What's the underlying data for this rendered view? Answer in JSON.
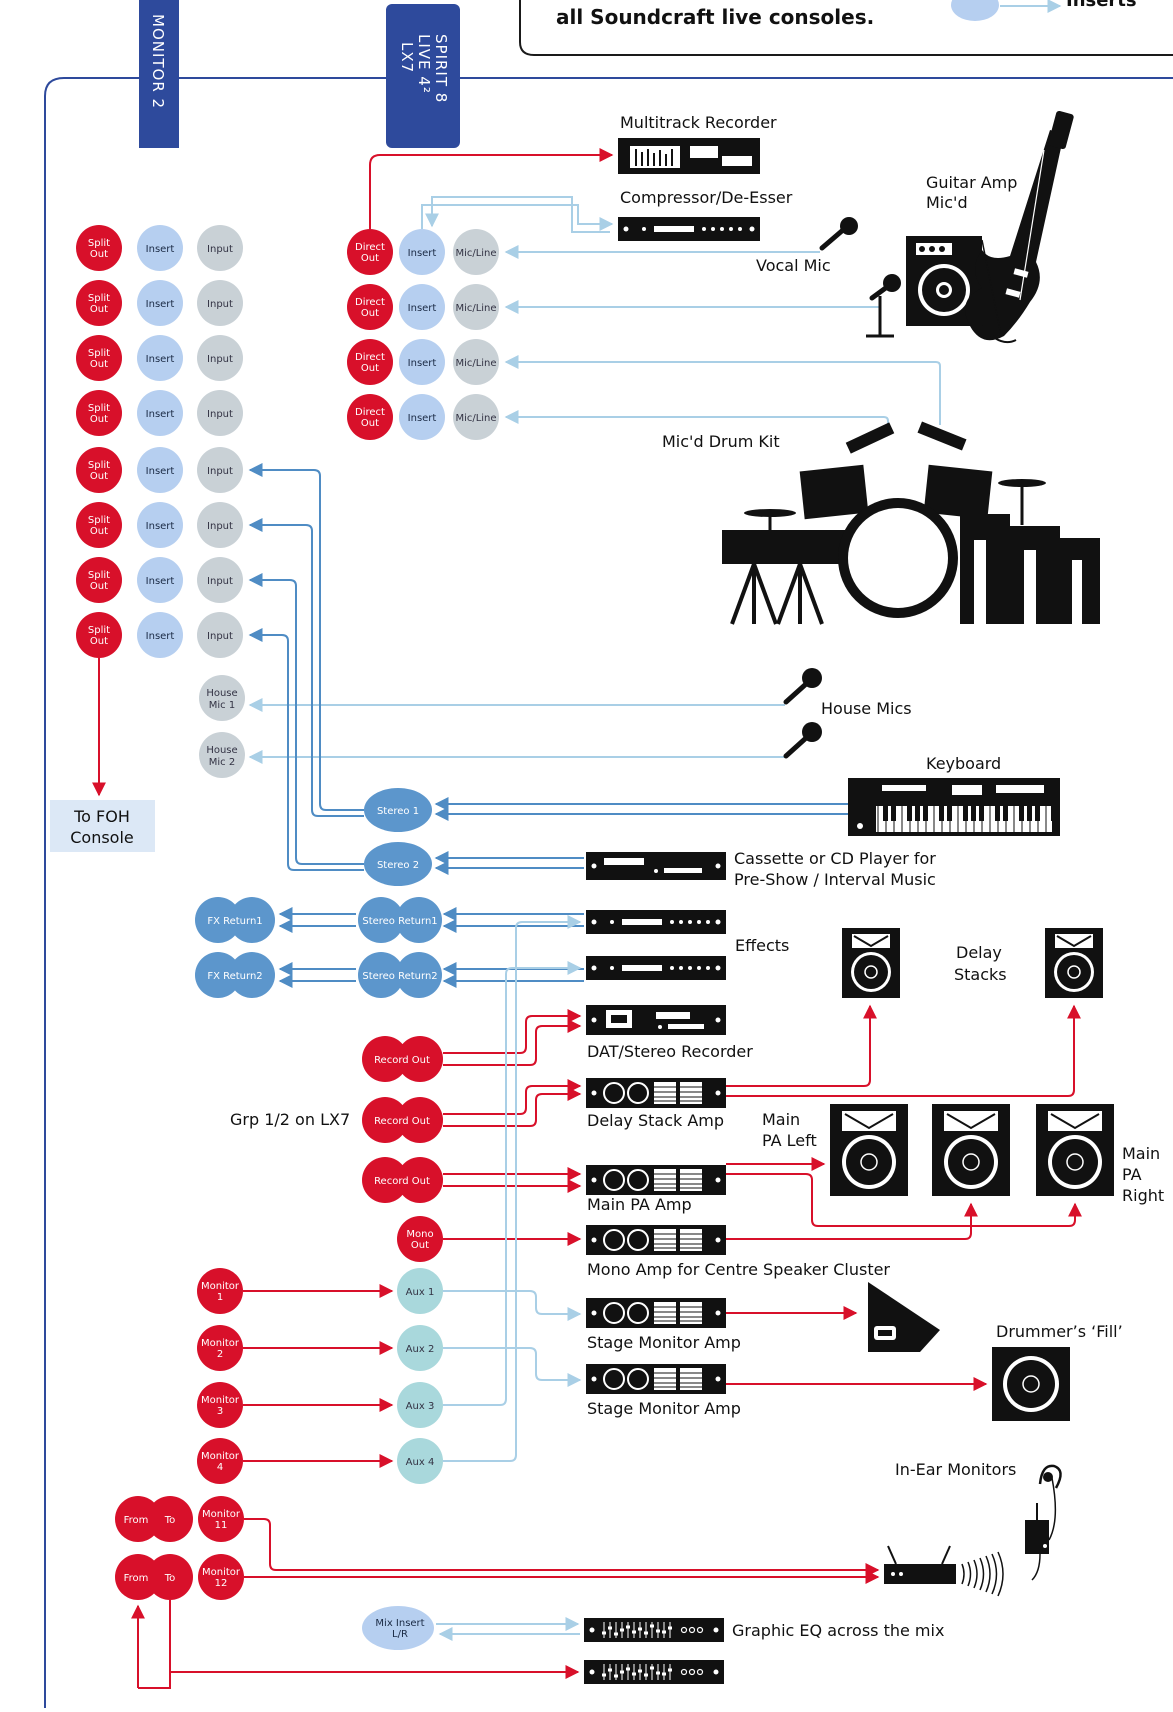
{
  "colors": {
    "red": "#d8102a",
    "blue_light": "#b6cff0",
    "blue_mid": "#5c96cc",
    "grey": "#c9d1d6",
    "teal": "#a9d8dc",
    "wire_light": "#a9cfe6",
    "wire_blue": "#4f8cc4",
    "panel_navy": "#2e4a9c"
  },
  "header": {
    "note_text": "all Soundcraft live consoles.",
    "legend_text": "Inserts"
  },
  "tabs": {
    "monitor": "MONITOR 2",
    "spirit_line1": "SPIRIT 8",
    "spirit_line2": "LIVE 4²",
    "spirit_line3": "LX7"
  },
  "monitor_channels": {
    "split_line1": "Split",
    "split_line2": "Out",
    "insert": "Insert",
    "input": "Input",
    "count": 8
  },
  "house_mic_1": [
    "House",
    "Mic 1"
  ],
  "house_mic_2": [
    "House",
    "Mic 2"
  ],
  "to_foh": [
    "To FOH",
    "Console"
  ],
  "direct_channels": {
    "direct_line1": "Direct",
    "direct_line2": "Out",
    "insert": "Insert",
    "mic_line": "Mic/Line",
    "count": 4
  },
  "stereo_inputs": [
    "Stereo 1",
    "Stereo 2"
  ],
  "fx_returns": [
    "FX Return1",
    "FX Return2"
  ],
  "stereo_returns": [
    "Stereo  Return1",
    "Stereo  Return2"
  ],
  "record_out": "Record Out",
  "mono_out": [
    "Mono",
    "Out"
  ],
  "monitors": [
    [
      "Monitor",
      "1"
    ],
    [
      "Monitor",
      "2"
    ],
    [
      "Monitor",
      "3"
    ],
    [
      "Monitor",
      "4"
    ]
  ],
  "aux": [
    "Aux 1",
    "Aux 2",
    "Aux 3",
    "Aux 4"
  ],
  "from_label": "From",
  "to_label": "To",
  "monitors_iem": [
    [
      "Monitor",
      "11"
    ],
    [
      "Monitor",
      "12"
    ]
  ],
  "mix_insert": [
    "Mix Insert",
    "L/R"
  ],
  "labels": {
    "multitrack": "Multitrack Recorder",
    "compressor": "Compressor/De-Esser",
    "guitar_amp_1": "Guitar Amp",
    "guitar_amp_2": "Mic'd",
    "vocal_mic": "Vocal Mic",
    "drum_kit": "Mic'd Drum Kit",
    "house_mics": "House Mics",
    "keyboard": "Keyboard",
    "cassette_1": "Cassette or CD Player for",
    "cassette_2": "Pre-Show / Interval Music",
    "effects": "Effects",
    "delay_stacks_1": "Delay",
    "delay_stacks_2": "Stacks",
    "dat": "DAT/Stereo Recorder",
    "grp": "Grp 1/2 on LX7",
    "delay_amp": "Delay Stack Amp",
    "main_pa_left_1": "Main",
    "main_pa_left_2": "PA Left",
    "main_pa_right_1": "Main",
    "main_pa_right_2": "PA",
    "main_pa_right_3": "Right",
    "main_pa_amp": "Main PA Amp",
    "mono_amp": "Mono Amp for Centre Speaker Cluster",
    "stage_mon_amp_1": "Stage Monitor Amp",
    "stage_mon_amp_2": "Stage Monitor Amp",
    "drummer_fill": "Drummer’s ‘Fill’",
    "in_ear": "In-Ear Monitors",
    "graphic_eq": "Graphic EQ across the mix"
  }
}
